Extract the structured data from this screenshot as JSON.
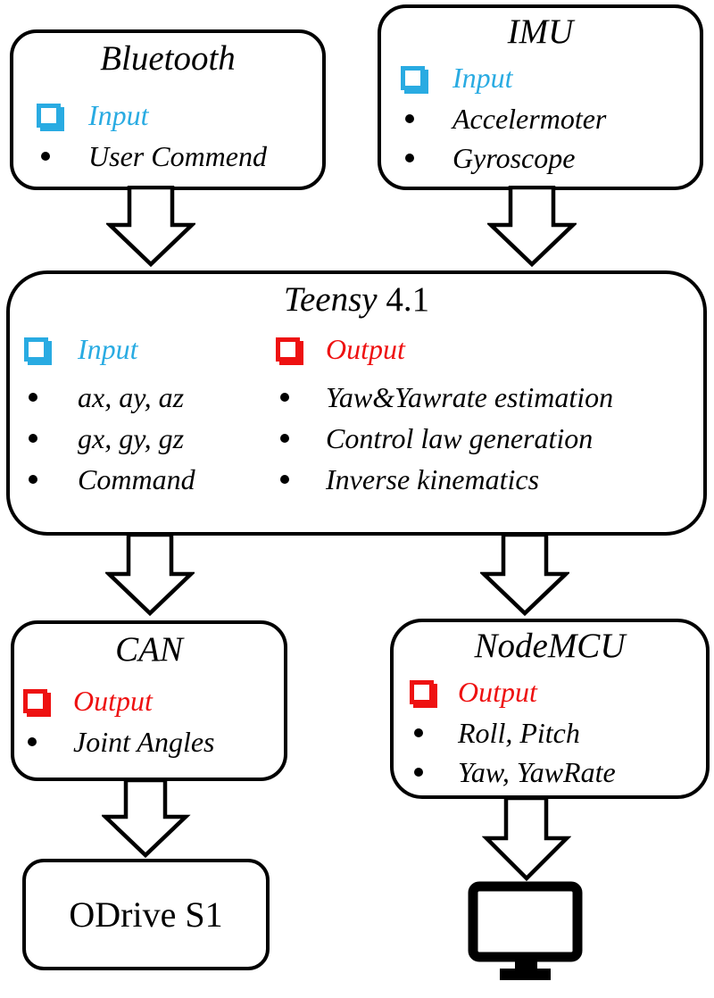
{
  "colors": {
    "input_blue": "#29abe2",
    "output_red": "#ee1111",
    "stroke_black": "#000000"
  },
  "diagram": {
    "bluetooth": {
      "title": "Bluetooth",
      "input_label": "Input",
      "bullets": [
        "User Commend"
      ]
    },
    "imu": {
      "title": "IMU",
      "input_label": "Input",
      "bullets": [
        "Accelermoter",
        "Gyroscope"
      ]
    },
    "teensy": {
      "title_italic": "Teensy",
      "title_upright": " 4.1",
      "input_label": "Input",
      "input_bullets": [
        "ax, ay, az",
        "gx, gy, gz",
        "Command"
      ],
      "output_label": "Output",
      "output_bullets": [
        "Yaw&Yawrate estimation",
        "Control law generation",
        "Inverse kinematics"
      ]
    },
    "can": {
      "title": "CAN",
      "output_label": "Output",
      "bullets": [
        "Joint Angles"
      ]
    },
    "nodemcu": {
      "title": "NodeMCU",
      "output_label": "Output",
      "bullets": [
        "Roll, Pitch",
        "Yaw, YawRate"
      ]
    },
    "odrive": {
      "title": "ODrive S1"
    }
  }
}
